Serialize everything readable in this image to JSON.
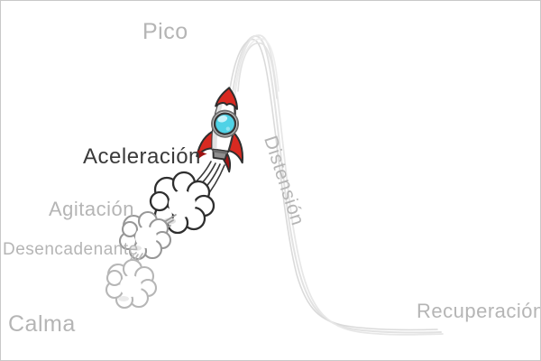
{
  "diagram": {
    "type": "escalation-curve-diagram",
    "phases": [
      {
        "id": "calma",
        "label": "Calma"
      },
      {
        "id": "desencadenante",
        "label": "Desencadenante"
      },
      {
        "id": "agitacion",
        "label": "Agitación"
      },
      {
        "id": "aceleracion",
        "label": "Aceleración"
      },
      {
        "id": "pico",
        "label": "Pico"
      },
      {
        "id": "distension",
        "label": "Distensión"
      },
      {
        "id": "recuperacion",
        "label": "Recuperación"
      }
    ],
    "colors": {
      "background": "#ffffff",
      "frame_border": "#c9c9c9",
      "curve_stroke": "#e0e0e0",
      "label_gray": "#b5b5b5",
      "label_highlight": "#3a3a3a",
      "rocket_red": "#d92a21",
      "rocket_red_dark": "#9e1212",
      "rocket_body": "#ffffff",
      "rocket_body_shade": "#e2e2e2",
      "window_glass_cyan": "#4fd2e6",
      "window_highlight": "#c7f3fa",
      "nozzle_gray": "#8f8f8f",
      "cloud_outline_dark": "#2e2e2e",
      "cloud_outline_mid": "#979797",
      "cloud_outline_light": "#b6b6b6"
    },
    "icons": [
      "rocket-icon",
      "smoke-cloud-icon",
      "speed-lines-icon",
      "sketch-curve"
    ]
  }
}
